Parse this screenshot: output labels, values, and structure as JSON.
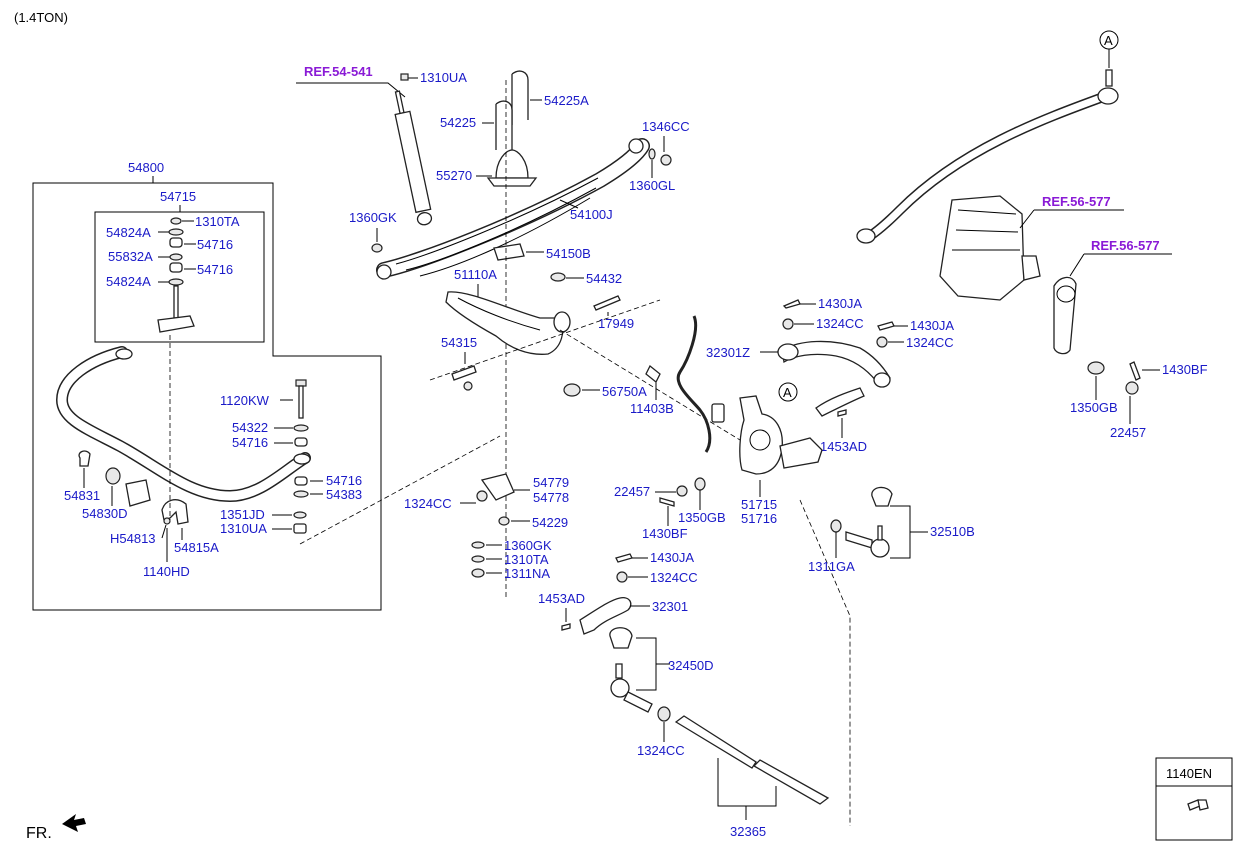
{
  "header": {
    "capacity": "(1.4TON)"
  },
  "footer": {
    "front": "FR."
  },
  "refs": {
    "shock": "REF.54-541",
    "gear": "REF.56-577",
    "arm": "REF.56-577"
  },
  "circle_marker": "A",
  "inset": {
    "part": "1140EN"
  },
  "labels": {
    "p54800": "54800",
    "p54715": "54715",
    "p1310TA_a": "1310TA",
    "p54824A_a": "54824A",
    "p54716_a": "54716",
    "p55832A": "55832A",
    "p54716_b": "54716",
    "p54824A_b": "54824A",
    "p1120KW": "1120KW",
    "p54322": "54322",
    "p54716_c": "54716",
    "p54716_d": "54716",
    "p54383": "54383",
    "p1351JD": "1351JD",
    "p1310UA_a": "1310UA",
    "p54831": "54831",
    "p54830D": "54830D",
    "pH54813": "H54813",
    "p54815A": "54815A",
    "p1140HD": "1140HD",
    "p1310UA_b": "1310UA",
    "p54225A": "54225A",
    "p54225": "54225",
    "p55270": "55270",
    "p1360GK_a": "1360GK",
    "p1346CC": "1346CC",
    "p1360GL": "1360GL",
    "p54100J": "54100J",
    "p54150B": "54150B",
    "p51110A": "51110A",
    "p54432": "54432",
    "p17949": "17949",
    "p54315": "54315",
    "p56750A": "56750A",
    "p11403B": "11403B",
    "p54779": "54779",
    "p54778": "54778",
    "p1324CC_a": "1324CC",
    "p54229": "54229",
    "p1360GK_b": "1360GK",
    "p1310TA_b": "1310TA",
    "p1311NA": "1311NA",
    "p1430JA_a": "1430JA",
    "p1324CC_b": "1324CC",
    "p1430JA_b": "1430JA",
    "p1324CC_c": "1324CC",
    "p32301Z": "32301Z",
    "p1453AD_a": "1453AD",
    "p22457_a": "22457",
    "p1350GB_a": "1350GB",
    "p1430BF_a": "1430BF",
    "p51715": "51715",
    "p51716": "51716",
    "p1350GB_b": "1350GB",
    "p1430BF_b": "1430BF",
    "p22457_b": "22457",
    "p32510B": "32510B",
    "p1311GA": "1311GA",
    "p1430JA_c": "1430JA",
    "p1324CC_d": "1324CC",
    "p1453AD_b": "1453AD",
    "p32301": "32301",
    "p32450D": "32450D",
    "p1324CC_e": "1324CC",
    "p32365": "32365"
  }
}
